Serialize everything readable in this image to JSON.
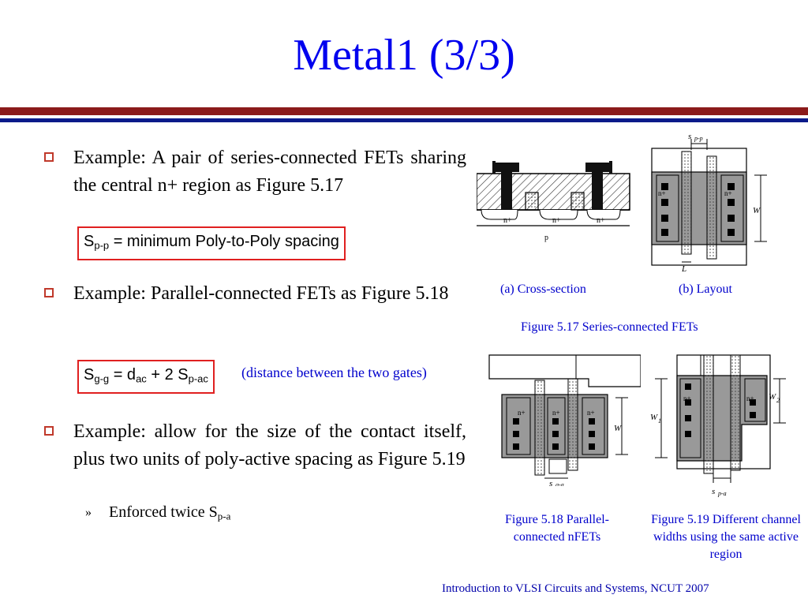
{
  "title": "Metal1 (3/3)",
  "bullets": [
    {
      "text": "Example: A pair of series-connected FETs sharing the central n+ region as Figure 5.17"
    },
    {
      "text": "Example: Parallel-connected FETs as Figure 5.18"
    },
    {
      "text": "Example: allow for the size of the contact itself, plus two units of poly-active spacing as Figure 5.19"
    }
  ],
  "sub_bullet": {
    "chevron": "»",
    "text": "Enforced twice S",
    "sub": "p-a"
  },
  "formula1": {
    "s": "S",
    "s_sub": "p-p",
    "rest": " = minimum Poly-to-Poly spacing"
  },
  "formula2": {
    "s": "S",
    "s_sub": "g-g",
    "eq": " = d",
    "d_sub": "ac",
    "mid": " + 2 S",
    "p_sub": "p-ac"
  },
  "formula2_note": "(distance between the two gates)",
  "fig17": {
    "cross_labels": [
      "n+",
      "n+",
      "n+",
      "p"
    ],
    "layout_labels": [
      "s",
      "p-p",
      "n+",
      "n+",
      "W",
      "L"
    ],
    "caption_a": "(a) Cross-section",
    "caption_b": "(b) Layout",
    "caption": "Figure 5.17 Series-connected FETs"
  },
  "fig18": {
    "labels": [
      "n+",
      "n+",
      "n+",
      "W",
      "s",
      "g-g"
    ],
    "caption": "Figure 5.18 Parallel-connected nFETs"
  },
  "fig19": {
    "labels": [
      "n+",
      "n+",
      "W",
      "1",
      "W",
      "2",
      "s",
      "p-a"
    ],
    "caption": "Figure 5.19 Different channel widths using the same active region"
  },
  "footer": "Introduction to VLSI Circuits and Systems, NCUT  2007",
  "colors": {
    "title": "#0000ee",
    "rule_red": "#8b1a1a",
    "rule_blue": "#0a1a8a",
    "caption_blue": "#0000cc",
    "box_red": "#e02020"
  }
}
